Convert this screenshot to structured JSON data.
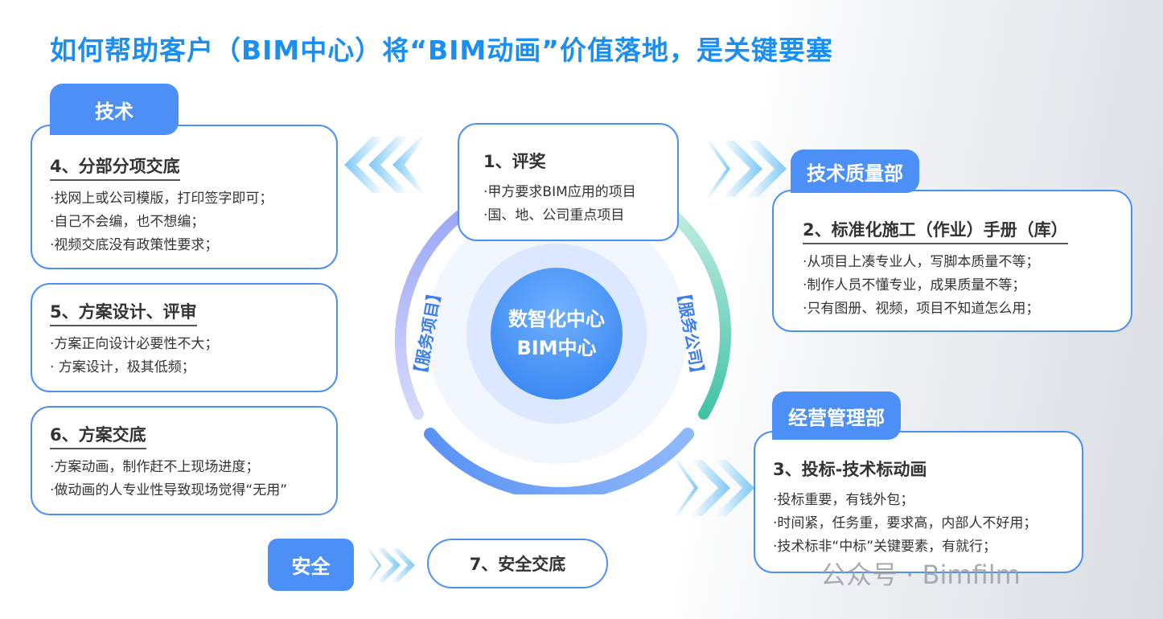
{
  "title": "如何帮助客户（BIM中心）将“BIM动画”价值落地，是关键要塞",
  "center": {
    "line1": "数智化中心",
    "line2": "BIM中心",
    "left_label": "【服务项目】",
    "right_label": "【服务公司】"
  },
  "tabs": {
    "tech": "技术",
    "quality": "技术质量部",
    "business": "经营管理部",
    "safety": "安全"
  },
  "boxes": {
    "b1": {
      "title": "1、评奖",
      "items": [
        "·甲方要求BIM应用的项目",
        "·国、地、公司重点项目"
      ]
    },
    "b2": {
      "title": "2、标准化施工（作业）手册（库）",
      "items": [
        "·从项目上凑专业人，写脚本质量不等；",
        "·制作人员不懂专业，成果质量不等；",
        "·只有图册、视频，项目不知道怎么用；"
      ]
    },
    "b3": {
      "title": "3、投标-技术标动画",
      "items": [
        "·投标重要，有钱外包；",
        "·时间紧，任务重，要求高，内部人不好用；",
        "·技术标非“中标”关键要素，有就行；"
      ]
    },
    "b4": {
      "title": "4、分部分项交底",
      "items": [
        "·找网上或公司模版，打印签字即可；",
        "·自己不会编，也不想编；",
        "·视频交底没有政策性要求；"
      ]
    },
    "b5": {
      "title": "5、方案设计、评审",
      "items": [
        "·方案正向设计必要性不大；",
        "· 方案设计，极其低频；"
      ]
    },
    "b6": {
      "title": "6、方案交底",
      "items": [
        "·方案动画，制作赶不上现场进度；",
        "·做动画的人专业性导致现场觉得“无用”"
      ]
    },
    "b7": {
      "title": "7、安全交底"
    }
  },
  "watermark": "公众号 · Bimfilm",
  "colors": {
    "accent": "#4b8ff7",
    "title": "#1b8ef2"
  }
}
